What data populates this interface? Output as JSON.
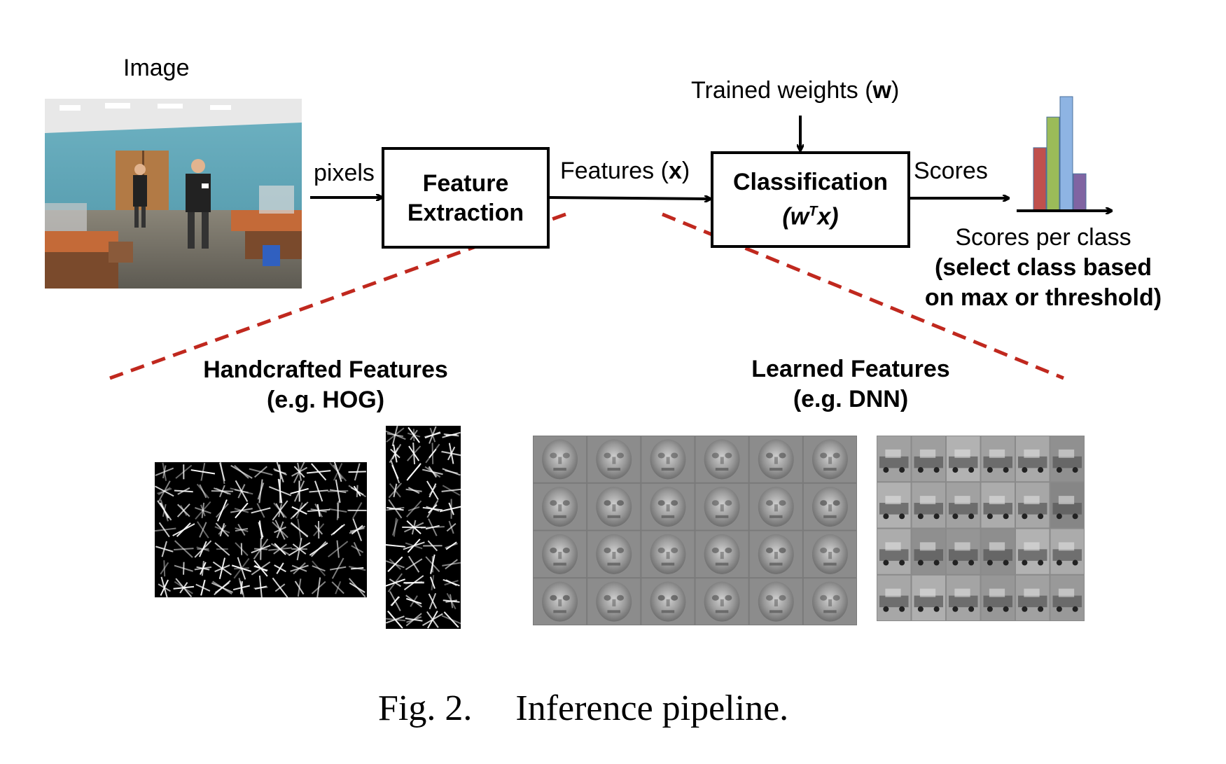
{
  "image_label": "Image",
  "pixels_label": "pixels",
  "feature_box": {
    "line1": "Feature",
    "line2": "Extraction"
  },
  "features_label": {
    "prefix": "Features (",
    "var": "x",
    "suffix": ")"
  },
  "weights_label": {
    "prefix": "Trained weights (",
    "var": "w",
    "suffix": ")"
  },
  "class_box": {
    "line1": "Classification",
    "w": "w",
    "sup": "T",
    "x": "x"
  },
  "scores_label": "Scores",
  "scores_note": {
    "line1": "Scores per class",
    "line2": "(select class based",
    "line3": "on max or threshold)"
  },
  "handcrafted": {
    "line1": "Handcrafted Features",
    "line2": "(e.g. HOG)"
  },
  "learned": {
    "line1": "Learned Features",
    "line2": "(e.g. DNN)"
  },
  "caption": {
    "num": "Fig. 2.",
    "text": "Inference pipeline."
  },
  "chart_data": {
    "type": "bar",
    "values": [
      0.55,
      0.82,
      1.0,
      0.32
    ],
    "colors": [
      "#c0504d",
      "#9bbb59",
      "#8eb4e3",
      "#8064a2"
    ],
    "xlabel": "",
    "ylabel": ""
  },
  "colors": {
    "dashed_line": "#c0281e",
    "ink": "#000000"
  }
}
